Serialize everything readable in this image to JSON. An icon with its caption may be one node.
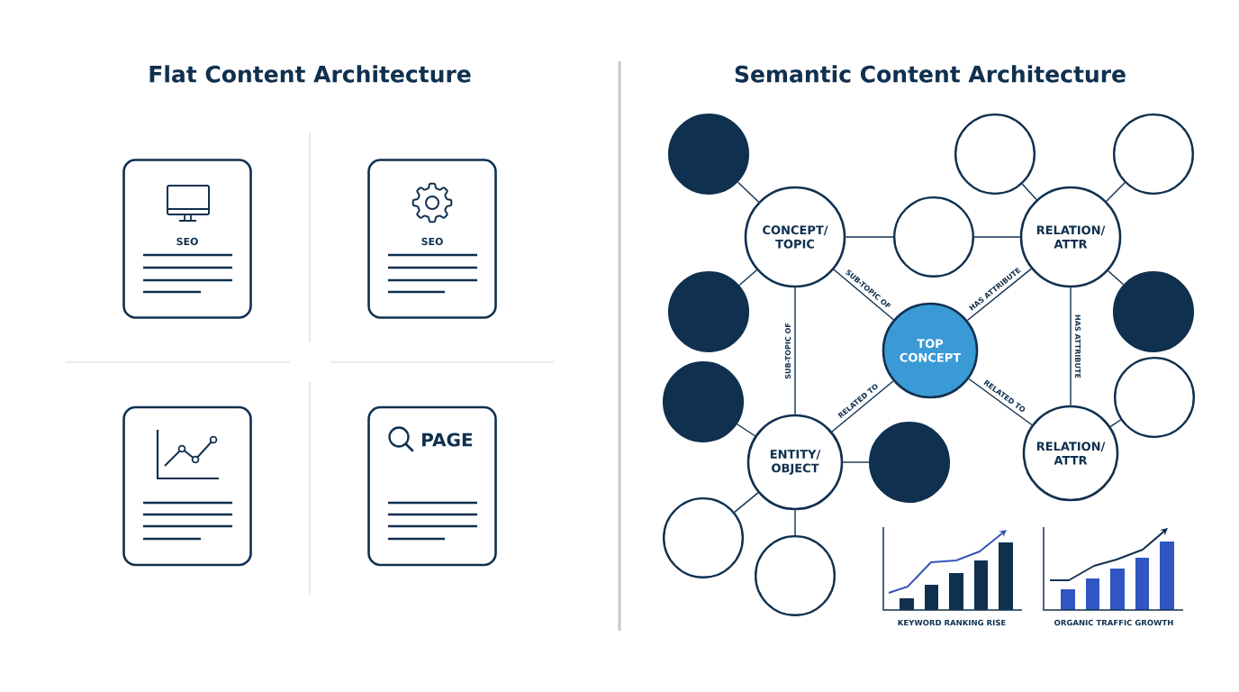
{
  "diagram": {
    "nodes": [
      {
        "text": [
          "SEO"
        ]
      },
      {
        "text": [
          "SEO"
        ]
      },
      {
        "text": [],
        "shape": "box"
      },
      {
        "text": [
          "PAGE"
        ]
      },
      {
        "text": [],
        "shape": "circle"
      },
      {
        "text": [],
        "shape": "circle"
      },
      {
        "text": [],
        "shape": "circle"
      },
      {
        "text": [
          "CONCEPT/ TOPIC"
        ]
      },
      {
        "text": [],
        "shape": "circle"
      },
      {
        "text": [
          "RELATION/ ATTR"
        ]
      },
      {
        "text": [],
        "shape": "circle"
      },
      {
        "text": [],
        "shape": "circle"
      },
      {
        "text": [
          "TOP CONCEPT"
        ]
      },
      {
        "text": [],
        "shape": "circle"
      },
      {
        "text": [],
        "shape": "circle"
      },
      {
        "text": [
          "ENTITY/ OBJECT"
        ]
      },
      {
        "text": [
          "RELATION/ ATTR"
        ]
      },
      {
        "text": [],
        "shape": "circle"
      },
      {
        "text": [],
        "shape": "circle"
      },
      {
        "text": [],
        "shape": "circle"
      }
    ],
    "edges": [
      {
        "from": 4,
        "to": 7,
        "arrow": "none"
      },
      {
        "from": 7,
        "to": 8,
        "arrow": "none"
      },
      {
        "from": 8,
        "to": 9,
        "arrow": "none"
      },
      {
        "from": 9,
        "to": 5,
        "arrow": "none"
      },
      {
        "from": 9,
        "to": 6,
        "arrow": "none"
      },
      {
        "from": 10,
        "to": 7,
        "arrow": "none"
      },
      {
        "from": 9,
        "to": 11,
        "arrow": "none"
      },
      {
        "from": 7,
        "to": 12,
        "arrow": "none",
        "label": "SUB-TOPIC OF"
      },
      {
        "from": 9,
        "to": 12,
        "arrow": "none",
        "label": "HAS ATTRIBUTE"
      },
      {
        "from": 7,
        "to": 15,
        "arrow": "none",
        "label": "SUB-TOPIC OF"
      },
      {
        "from": 9,
        "to": 16,
        "arrow": "none",
        "label": "HAS ATTRIBUTE"
      },
      {
        "from": 12,
        "to": 15,
        "arrow": "none",
        "label": "RELATED TO"
      },
      {
        "from": 12,
        "to": 16,
        "arrow": "none",
        "label": "RELATED TO"
      },
      {
        "from": 13,
        "to": 15,
        "arrow": "none"
      },
      {
        "from": 14,
        "to": 16,
        "arrow": "none"
      },
      {
        "from": 15,
        "to": 17,
        "arrow": "none"
      },
      {
        "from": 15,
        "to": 18,
        "arrow": "none"
      },
      {
        "from": 15,
        "to": 19,
        "arrow": "none"
      }
    ],
    "labels": [
      "Flat Content Architecture",
      "Semantic Content Architecture",
      "KEYWORD RANKING RISE",
      "ORGANIC TRAFFIC GROWTH"
    ]
  }
}
